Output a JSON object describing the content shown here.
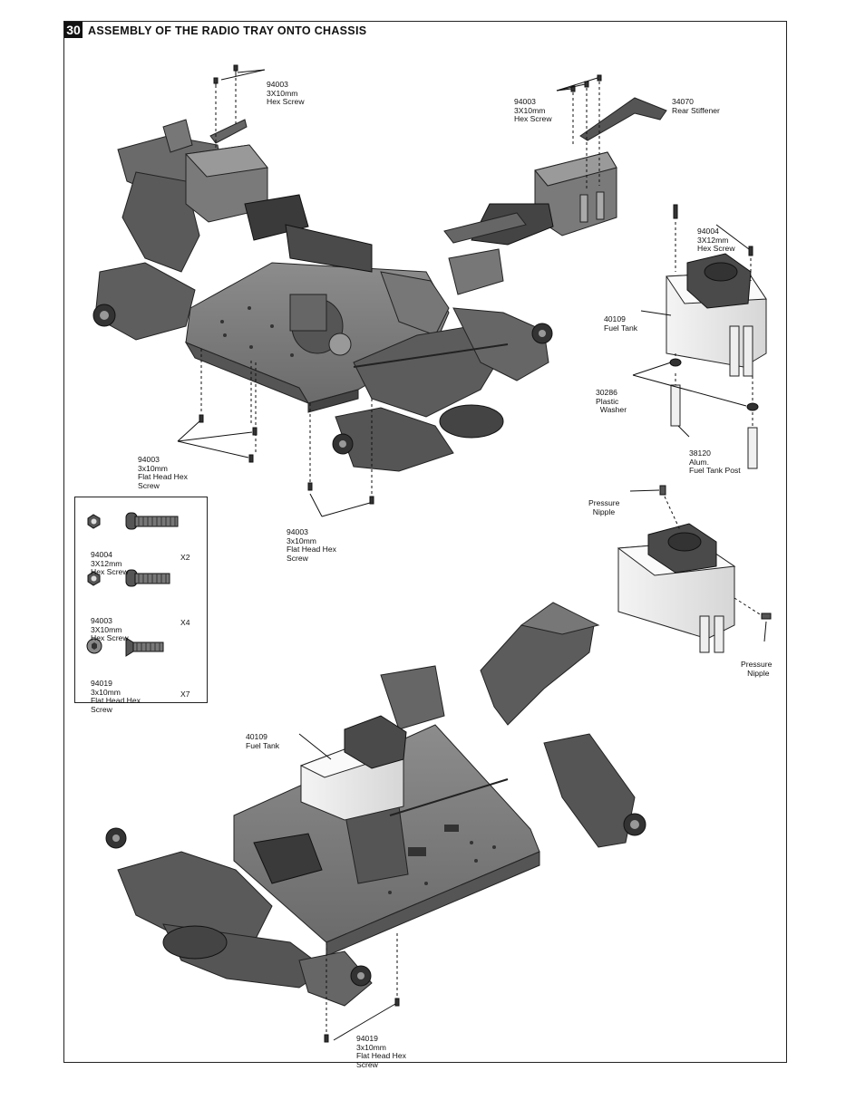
{
  "step": {
    "number": "30",
    "title": "ASSEMBLY OF THE RADIO TRAY ONTO CHASSIS"
  },
  "callouts": {
    "top_screw_left": [
      "94003",
      "3X10mm",
      "Hex Screw"
    ],
    "top_screw_right": [
      "94003",
      "3X10mm",
      "Hex Screw"
    ],
    "rear_stiffener": [
      "34070",
      "Rear Stiffener"
    ],
    "tank_screw": [
      "94004",
      "3X12mm",
      "Hex Screw"
    ],
    "fuel_tank_top": [
      "40109",
      "Fuel Tank"
    ],
    "plastic_washer": [
      "30286",
      "Plastic",
      "  Washer"
    ],
    "tank_post": [
      "38120",
      "Alum.",
      "Fuel Tank Post"
    ],
    "flat_head_left": [
      "94003",
      "3x10mm",
      "Flat Head Hex",
      "Screw"
    ],
    "flat_head_center": [
      "94003",
      "3x10mm",
      "Flat Head Hex",
      "Screw"
    ],
    "pressure_nipple_top": [
      "Pressure",
      "  Nipple"
    ],
    "pressure_nipple_right": [
      "Pressure",
      "   Nipple"
    ],
    "fuel_tank_bottom": [
      "40109",
      "Fuel Tank"
    ],
    "flat_head_bottom": [
      "94019",
      "3x10mm",
      "Flat Head Hex",
      "Screw"
    ]
  },
  "legend": [
    {
      "part": "94004",
      "size": "3X12mm",
      "name": "Hex Screw",
      "name2": "",
      "qty": "X2",
      "icon": "hex-screw-icon"
    },
    {
      "part": "94003",
      "size": "3X10mm",
      "name": "Hex Screw",
      "name2": "",
      "qty": "X4",
      "icon": "hex-screw-icon"
    },
    {
      "part": "94019",
      "size": "3x10mm",
      "name": "Flat Head Hex",
      "name2": "Screw",
      "qty": "X7",
      "icon": "flat-head-screw-icon"
    }
  ]
}
